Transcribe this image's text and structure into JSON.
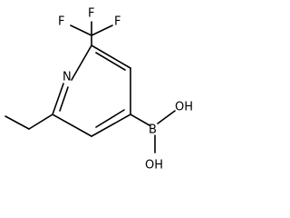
{
  "molecule": {
    "atoms": {
      "n_ring": "N",
      "f_left": "F",
      "f_top": "F",
      "f_right": "F",
      "boron": "B",
      "oh_upper": "OH",
      "oh_lower": "OH"
    }
  }
}
